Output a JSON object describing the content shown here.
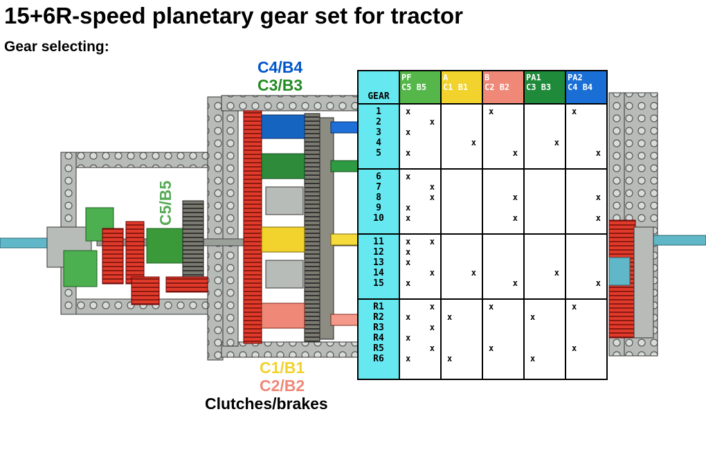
{
  "title": "15+6R-speed planetary gear set for tractor",
  "subtitle": "Gear selecting:",
  "labels": {
    "c4b4": "C4/B4",
    "c3b3": "C3/B3",
    "c5b5": "C5/B5",
    "c1b1": "C1/B1",
    "c2b2": "C2/B2",
    "clutches": "Clutches/brakes"
  },
  "colors": {
    "pf": "#55b74a",
    "a": "#f2d22c",
    "b": "#f08878",
    "pa1": "#1f8a3a",
    "pa2": "#1a6fd6",
    "gear_col": "#66e8f0",
    "blue_clutch": "#0055cc",
    "green_clutch": "#228b22",
    "yellow_clutch": "#f2d22c",
    "salmon_clutch": "#f08878",
    "red_gear": "#e03a2a",
    "frame": "#b8bcb8"
  },
  "table": {
    "gear_header": "GEAR",
    "groups": [
      {
        "key": "pf",
        "top": "PF",
        "l": "C5",
        "r": "B5"
      },
      {
        "key": "a",
        "top": "A",
        "l": "C1",
        "r": "B1"
      },
      {
        "key": "b",
        "top": "B",
        "l": "C2",
        "r": "B2"
      },
      {
        "key": "pa1",
        "top": "PA1",
        "l": "C3",
        "r": "B3"
      },
      {
        "key": "pa2",
        "top": "PA2",
        "l": "C4",
        "r": "B4"
      }
    ],
    "mark": "x",
    "blocks": [
      {
        "gears": [
          "1",
          "2",
          "3",
          "4",
          "5"
        ],
        "marks": [
          [
            1,
            0,
            1,
            0
          ],
          [
            0,
            1,
            0,
            0
          ],
          [
            1,
            0,
            0,
            0
          ],
          [
            0,
            0,
            0,
            1
          ],
          [
            1,
            0,
            0,
            1
          ]
        ]
      },
      {
        "gears": [
          "6",
          "7",
          "8",
          "9",
          "10"
        ],
        "marks": [
          [
            1,
            0,
            0,
            0
          ],
          [
            0,
            1,
            0,
            0
          ],
          [
            0,
            1,
            0,
            1
          ],
          [
            1,
            0,
            0,
            0
          ],
          [
            1,
            0,
            0,
            1
          ]
        ]
      },
      {
        "gears": [
          "11",
          "12",
          "13",
          "14",
          "15"
        ],
        "marks": [
          [
            1,
            1,
            0,
            0
          ],
          [
            1,
            0,
            0,
            0
          ],
          [
            1,
            0,
            0,
            0
          ],
          [
            0,
            1,
            0,
            1
          ],
          [
            1,
            0,
            0,
            1
          ]
        ]
      },
      {
        "gears": [
          "R1",
          "R2",
          "R3",
          "R4",
          "R5",
          "R6"
        ],
        "marks": [
          [
            0,
            1,
            1,
            0
          ],
          [
            1,
            0,
            1,
            0
          ],
          [
            0,
            1,
            0,
            0
          ],
          [
            1,
            0,
            0,
            0
          ],
          [
            0,
            1,
            1,
            0
          ],
          [
            1,
            0,
            1,
            0
          ]
        ]
      }
    ]
  }
}
